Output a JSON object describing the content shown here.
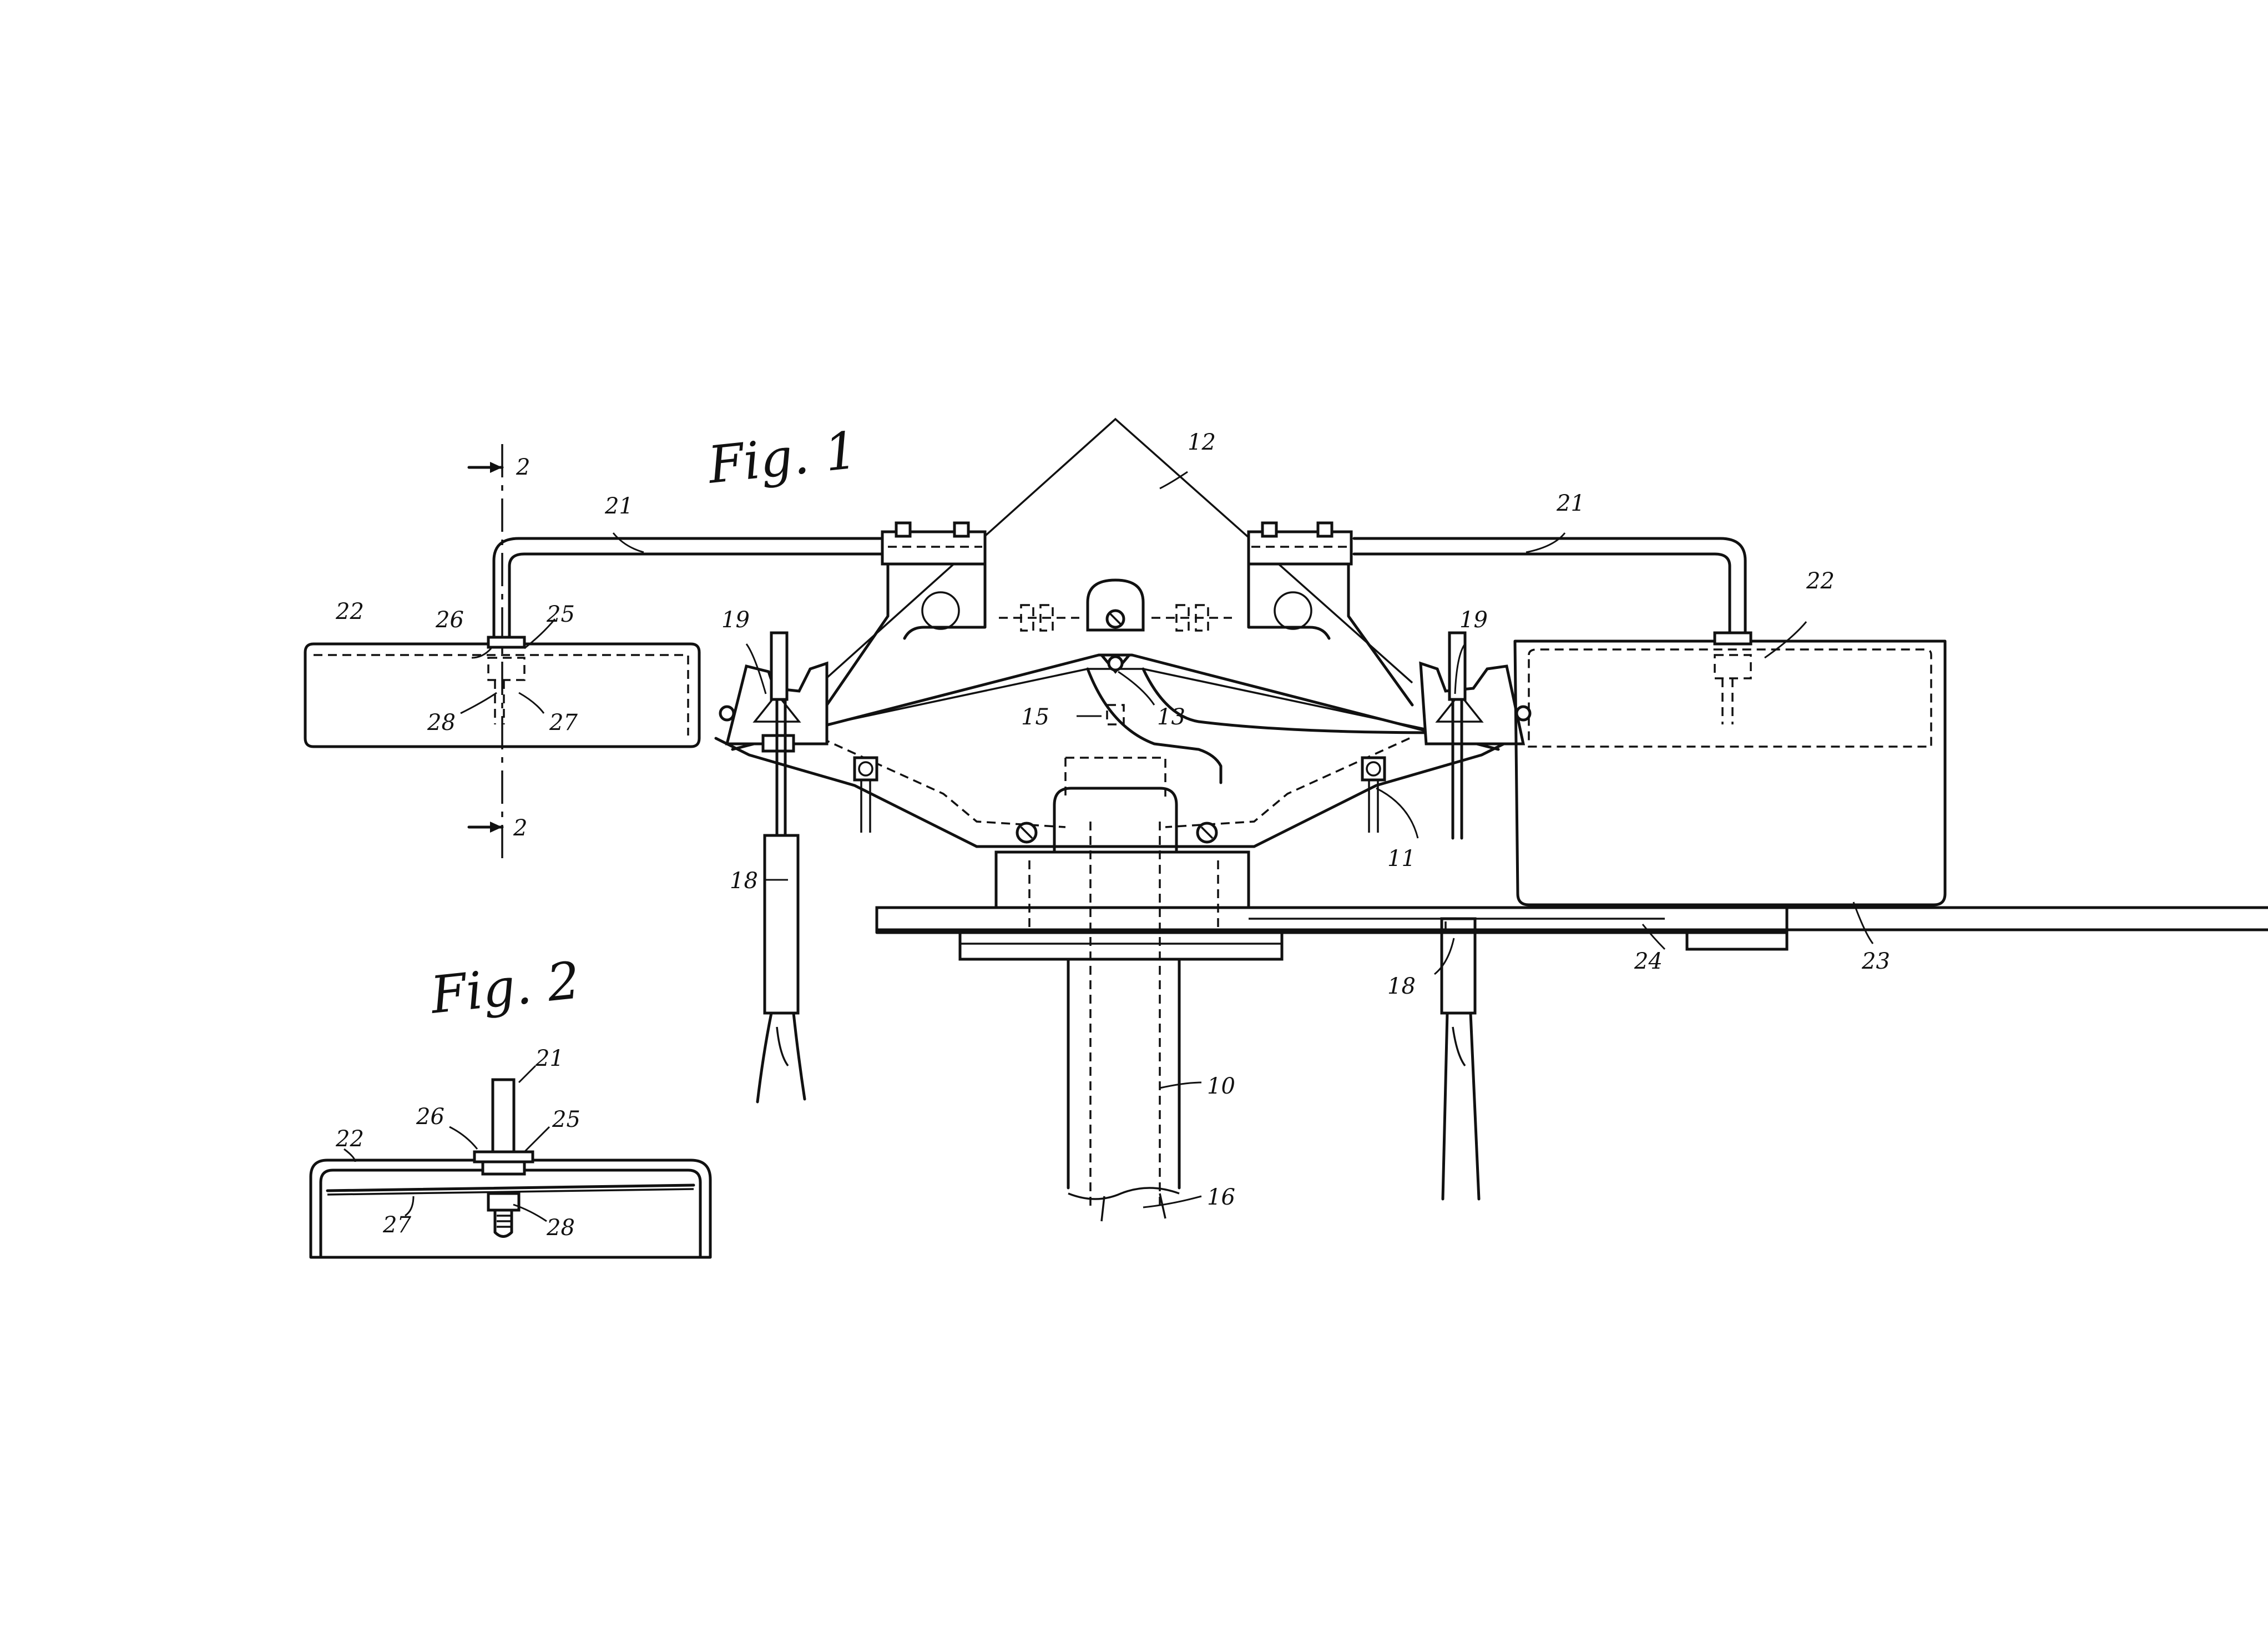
{
  "figures": {
    "fig1": "Fig. 1",
    "fig2": "Fig. 2"
  },
  "section_marks": {
    "top": "2",
    "bottom": "2"
  },
  "labels": {
    "n10": "10",
    "n11": "11",
    "n12": "12",
    "n13": "13",
    "n15": "15",
    "n16": "16",
    "n18a": "18",
    "n18b": "18",
    "n19a": "19",
    "n19b": "19",
    "n21a": "21",
    "n21b": "21",
    "n22a": "22",
    "n22b": "22",
    "n23": "23",
    "n24": "24",
    "n25a": "25",
    "n26a": "26",
    "n27a": "27",
    "n28a": "28",
    "f2_21": "21",
    "f2_22": "22",
    "f2_25": "25",
    "f2_26": "26",
    "f2_27": "27",
    "f2_28": "28"
  }
}
